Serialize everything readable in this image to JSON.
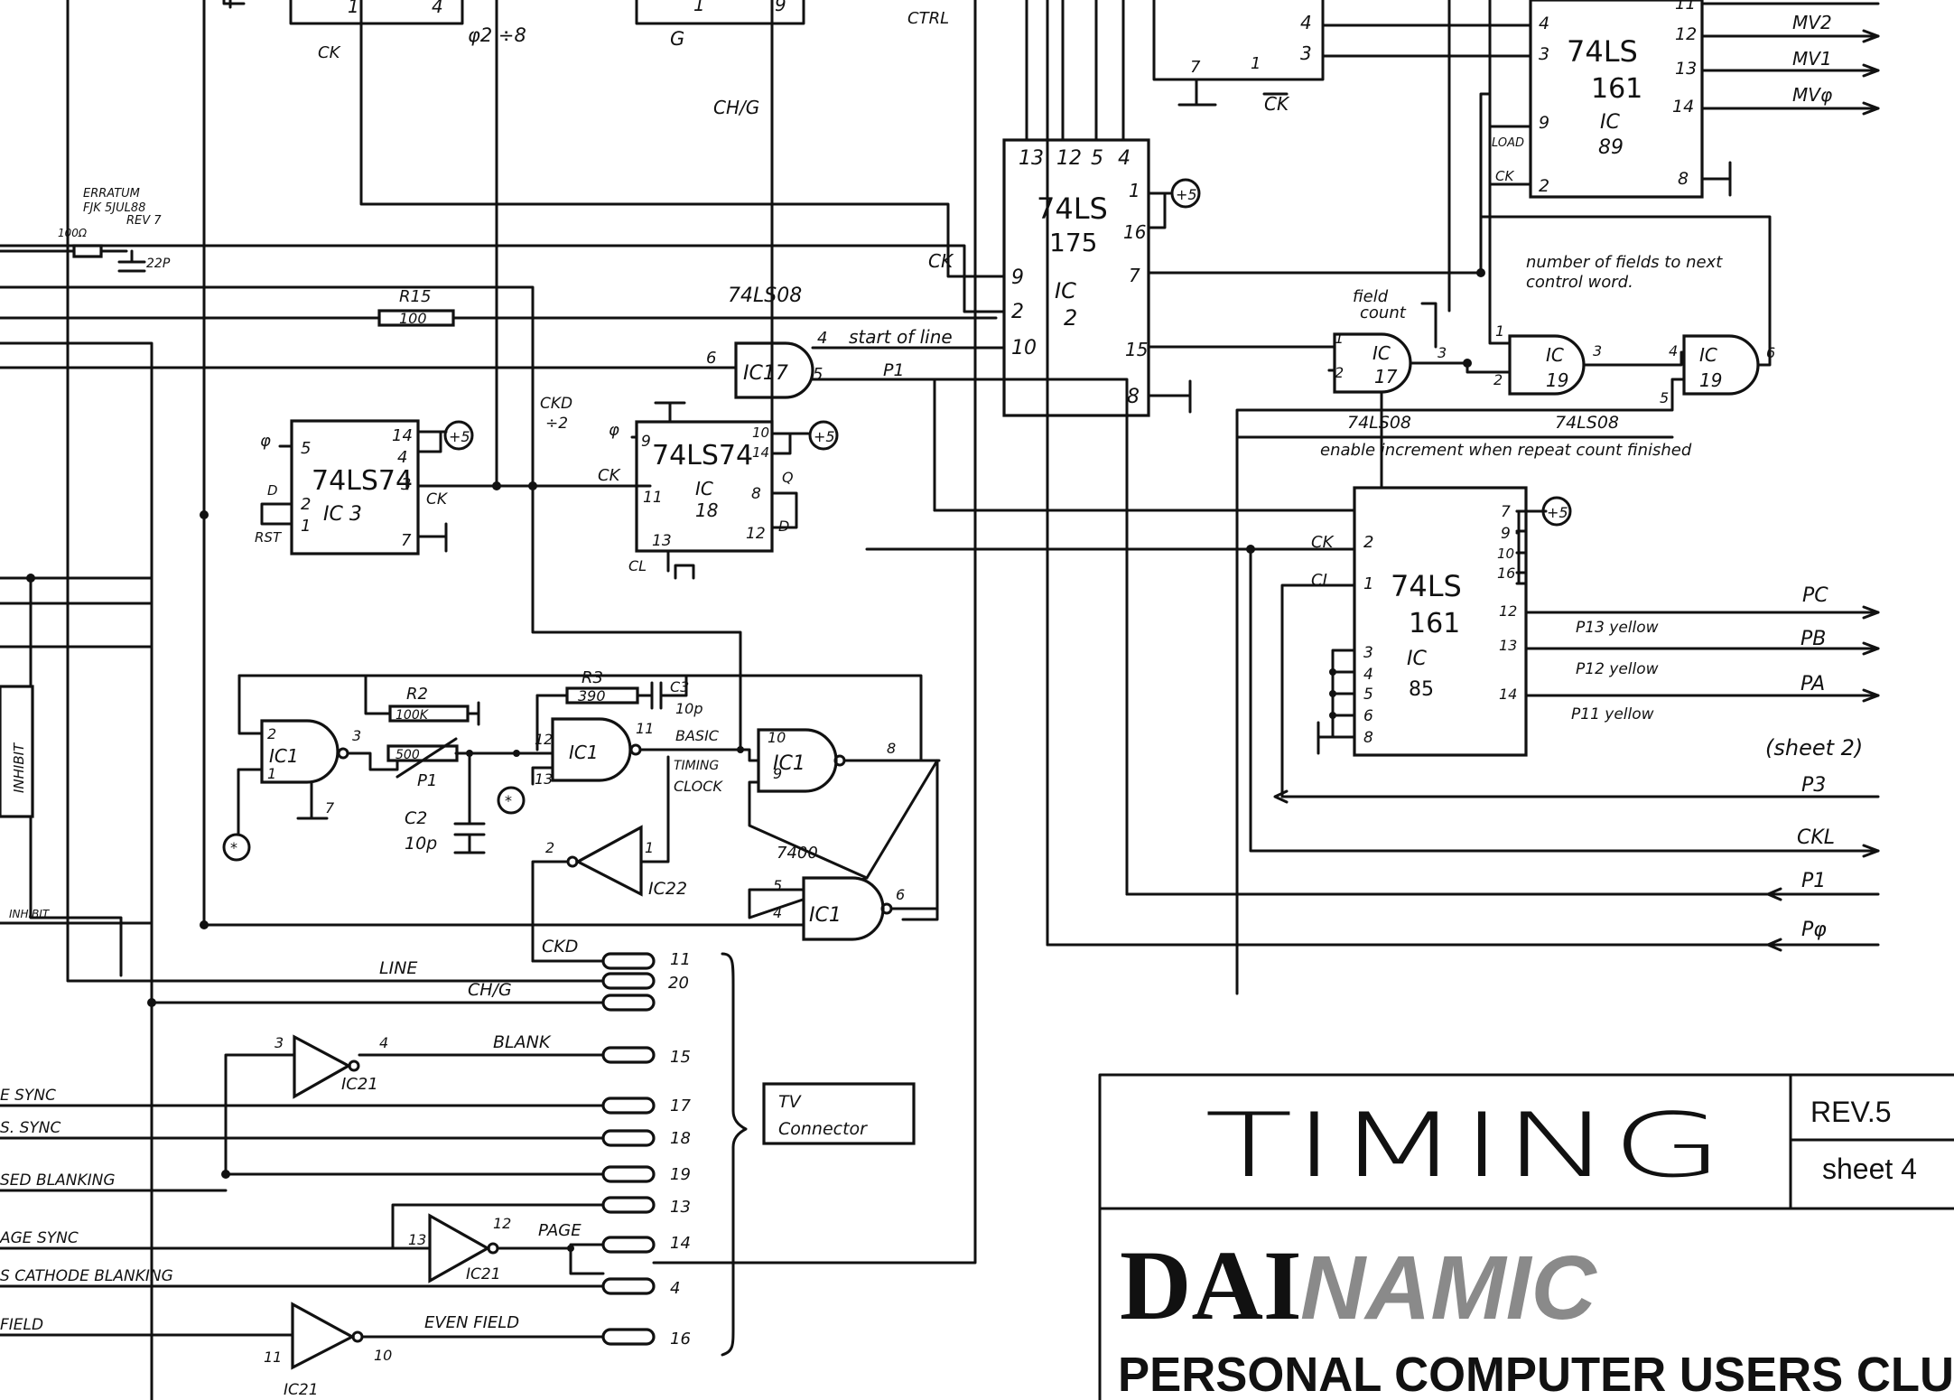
{
  "chips": {
    "ic2": {
      "type": "74LS",
      "type2": "175",
      "ic": "IC",
      "num": "2",
      "pins": {
        "p13": "13",
        "p12": "12",
        "p5": "5",
        "p4": "4",
        "p1": "1",
        "p16": "16",
        "p7": "7",
        "p9": "9",
        "p2": "2",
        "p10": "10",
        "p15": "15",
        "p8": "8"
      }
    },
    "ic89": {
      "type": "74LS",
      "type2": "161",
      "ic": "IC",
      "num": "89",
      "pins": {
        "p4": "4",
        "p3": "3",
        "p9": "9",
        "p2": "2",
        "p12": "12",
        "p13": "13",
        "p14": "14",
        "p8": "8",
        "p11": "11"
      },
      "load": "LOAD",
      "ck": "CK"
    },
    "ic85": {
      "type": "74LS",
      "type2": "161",
      "ic": "IC",
      "num": "85",
      "pins": {
        "p2": "2",
        "p1": "1",
        "p3": "3",
        "p4": "4",
        "p5": "5",
        "p6": "6",
        "p8": "8",
        "p7": "7",
        "p9": "9",
        "p10": "10",
        "p16": "16",
        "p12": "12",
        "p13": "13",
        "p14": "14"
      }
    },
    "ic3": {
      "type": "74LS74",
      "ic": "IC 3",
      "pins": {
        "p5": "5",
        "p2": "2",
        "p1": "1",
        "p14": "14",
        "p4": "4",
        "p3": "3",
        "p7": "7"
      }
    },
    "ic18": {
      "type": "74LS74",
      "ic": "IC",
      "num": "18",
      "pins": {
        "p9": "9",
        "p11": "11",
        "p13": "13",
        "p10": "10",
        "p14": "14",
        "p8": "8",
        "p12": "12"
      }
    }
  },
  "gates": {
    "ic17a": {
      "label": "IC17",
      "pin_in1": "6",
      "pin_in2": "5",
      "pin_out": "4"
    },
    "ic17b": {
      "label": "IC",
      "num": "17",
      "pin1": "1",
      "pin2": "2",
      "pin3": "3"
    },
    "ic19a": {
      "label": "IC",
      "num": "19",
      "pin1": "1",
      "pin2": "2",
      "pin3": "3"
    },
    "ic19b": {
      "label": "IC",
      "num": "19",
      "pin4": "4",
      "pin5": "5",
      "pin6": "6"
    },
    "ic1a": {
      "label": "IC1",
      "pin2": "2",
      "pin1": "1",
      "pin3": "3",
      "pin7": "7"
    },
    "ic1b": {
      "label": "IC1",
      "pin12": "12",
      "pin13": "13",
      "pin11": "11"
    },
    "ic1c": {
      "label": "IC1",
      "pin10": "10",
      "pin9": "9",
      "pin8": "8"
    },
    "ic1d": {
      "label": "IC1",
      "pin5": "5",
      "pin4": "4",
      "pin6": "6"
    },
    "ic22": {
      "label": "IC22",
      "pin1": "1",
      "pin2": "2"
    },
    "ic21a": {
      "label": "IC21",
      "pin3": "3",
      "pin4": "4"
    },
    "ic21b": {
      "label": "IC21",
      "pin13": "13",
      "pin12": "12"
    },
    "ic21c": {
      "label": "IC21",
      "pin11": "11",
      "pin10": "10"
    }
  },
  "labels": {
    "ck_top": "CK",
    "phi2_div8": "φ2 ÷8",
    "pin1_top_a": "1",
    "pin4_top_a": "4",
    "g_top": "G",
    "pin1_top_b": "1",
    "pin9_top_b": "9",
    "ctrl": "CTRL",
    "ch_g": "CH/G",
    "ck_ic2": "CK",
    "ls08_a": "74LS08",
    "start_of_line": "start of line",
    "p1_net": "P1",
    "ckd_div2": "CKD",
    "div2": "÷2",
    "phi_ic18": "φ",
    "ck_ic18": "CK",
    "cl_ic18": "CL",
    "q_bar": "Q",
    "d_ic18": "D",
    "phi_ic3": "φ",
    "d_ic3": "D",
    "rst": "RST",
    "ck_ic3": "CK",
    "ck_bar": "CK",
    "load_top_pins_4": "4",
    "load_top_pins_3": "3",
    "pin7_top": "7",
    "pin1_top_c": "1",
    "field_count_1": "field",
    "field_count_2": "count",
    "fields_note_1": "number of fields to next",
    "fields_note_2": "control word.",
    "ls08_b": "74LS08",
    "ls08_c": "74LS08",
    "enable_note": "enable increment when repeat count finished",
    "ck_ic85": "CK",
    "cl_ic85": "CL",
    "erratum_1": "ERRATUM",
    "erratum_2": "FJK 5JUL88",
    "erratum_3": "REV 7",
    "r_100": "100Ω",
    "c_22p": "22P",
    "r15": "R15",
    "r15_val": "100",
    "r2": "R2",
    "r2_val": "100K",
    "r3": "R3",
    "r3_val": "390",
    "c3": "C3",
    "c3_val": "10p",
    "p1_pot": "P1",
    "pot_val": "500",
    "c2": "C2",
    "c2_val": "10p",
    "basic_timing_1": "BASIC",
    "basic_timing_2": "TIMING",
    "basic_timing_3": "CLOCK",
    "nand_7400": "7400",
    "inhibit": "INHIBIT",
    "inhibit_2": "INHIBIT",
    "sheet2": "(sheet 2)",
    "tv_connector_1": "TV",
    "tv_connector_2": "Connector"
  },
  "outputs": [
    {
      "label": "MV2",
      "pin": "12"
    },
    {
      "label": "MV1",
      "pin": "13"
    },
    {
      "label": "MVφ",
      "pin": "14"
    },
    {
      "label": "PC",
      "note": ""
    },
    {
      "label": "PB",
      "note": "P13 yellow"
    },
    {
      "label": "PA",
      "note": "P12 yellow"
    },
    {
      "note": "P11 yellow"
    }
  ],
  "inputs": [
    "P3",
    "CKL",
    "P1",
    "Pφ"
  ],
  "connector": [
    {
      "signal": "CKD",
      "pin": "11"
    },
    {
      "signal": "LINE",
      "pin": "20"
    },
    {
      "signal": "CH/G",
      "pin": ""
    },
    {
      "signal": "BLANK",
      "pin": "15"
    },
    {
      "signal": "E SYNC",
      "pin": "17"
    },
    {
      "signal": "S. SYNC",
      "pin": "18"
    },
    {
      "signal": "SED BLANKING",
      "pin": "19"
    },
    {
      "signal": "",
      "pin": "13"
    },
    {
      "signal": "PAGE",
      "pin": "14"
    },
    {
      "signal": "AGE SYNC",
      "pin": ""
    },
    {
      "signal": "S CATHODE BLANKING",
      "pin": "4"
    },
    {
      "signal": "EVEN FIELD",
      "pin": "16"
    },
    {
      "signal": "FIELD",
      "pin": ""
    }
  ],
  "title_block": {
    "title": "TIMING",
    "rev": "REV.5",
    "sheet": "sheet 4",
    "logo_dai": "DAI",
    "logo_namic": "NAMIC",
    "club": "PERSONAL COMPUTER USERS CLU"
  }
}
